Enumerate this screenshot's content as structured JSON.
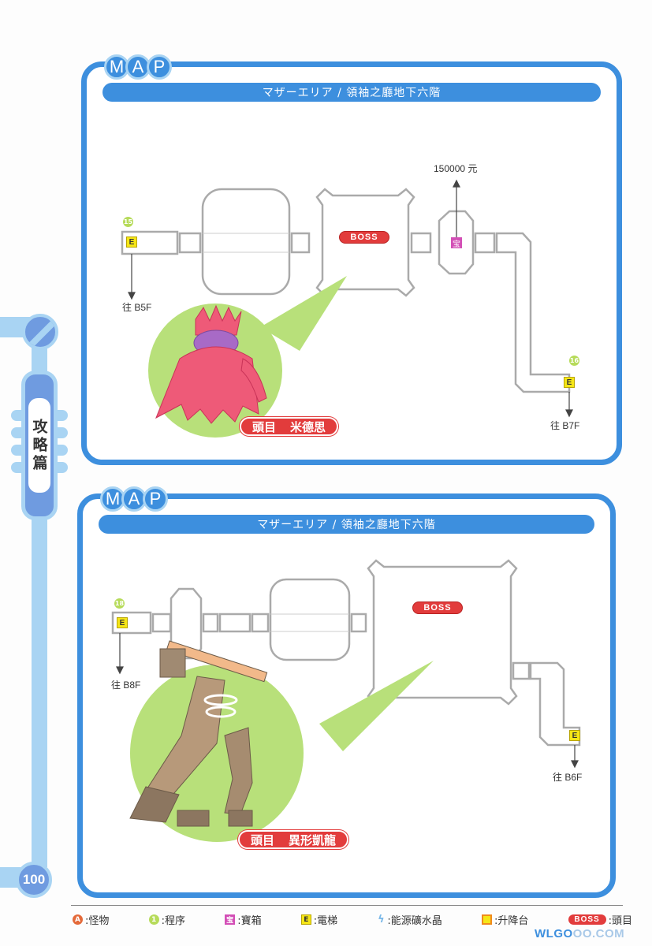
{
  "side": {
    "section_label": "攻略篇",
    "page_number": "100"
  },
  "maps": [
    {
      "badge": [
        "M",
        "A",
        "P"
      ],
      "title": "マザーエリア / 領袖之廳地下六階",
      "entrance": {
        "program_no": "15",
        "elevator": "E",
        "exit_label": "往 B5F"
      },
      "treasure": {
        "icon": "宝",
        "reward": "150000 元"
      },
      "boss_marker": "BOSS",
      "exit": {
        "program_no": "16",
        "elevator": "E",
        "exit_label": "往 B7F"
      },
      "boss": {
        "tag": "頭目",
        "name": "米德思"
      }
    },
    {
      "badge": [
        "M",
        "A",
        "P"
      ],
      "title": "マザーエリア / 領袖之廳地下六階",
      "entrance": {
        "program_no": "18",
        "elevator": "E",
        "exit_label": "往 B8F"
      },
      "boss_marker": "BOSS",
      "exit": {
        "elevator": "E",
        "exit_label": "往 B6F"
      },
      "boss": {
        "tag": "頭目",
        "name": "異形凱龍"
      }
    }
  ],
  "legend": [
    {
      "icon": "A",
      "label": ":怪物"
    },
    {
      "icon": "1",
      "label": ":程序"
    },
    {
      "icon": "宝",
      "label": ":寶箱"
    },
    {
      "icon": "E",
      "label": ":電梯"
    },
    {
      "icon": "ϟ",
      "label": ":能源礦水晶"
    },
    {
      "icon": "",
      "label": ":升降台"
    },
    {
      "icon": "BOSS",
      "label": ":頭目"
    }
  ],
  "watermark": {
    "strong": "WLGO",
    "light": "OO.COM"
  },
  "colors": {
    "frame_blue": "#3d8fde",
    "light_blue": "#a9d4f3",
    "boss_red": "#e23c3c",
    "elevator_yellow": "#f5e616",
    "treasure_pink": "#d34fb6",
    "program_green": "#b6db5a",
    "portrait_green": "#b8e07a"
  }
}
